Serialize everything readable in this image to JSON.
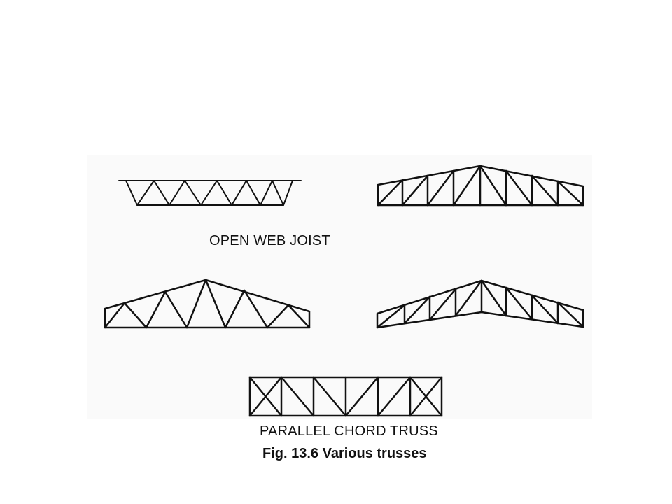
{
  "figure": {
    "labels": {
      "open_web_joist": "OPEN WEB JOIST",
      "parallel_chord_truss": "PARALLEL CHORD TRUSS"
    },
    "caption": "Fig. 13.6  Various trusses"
  }
}
